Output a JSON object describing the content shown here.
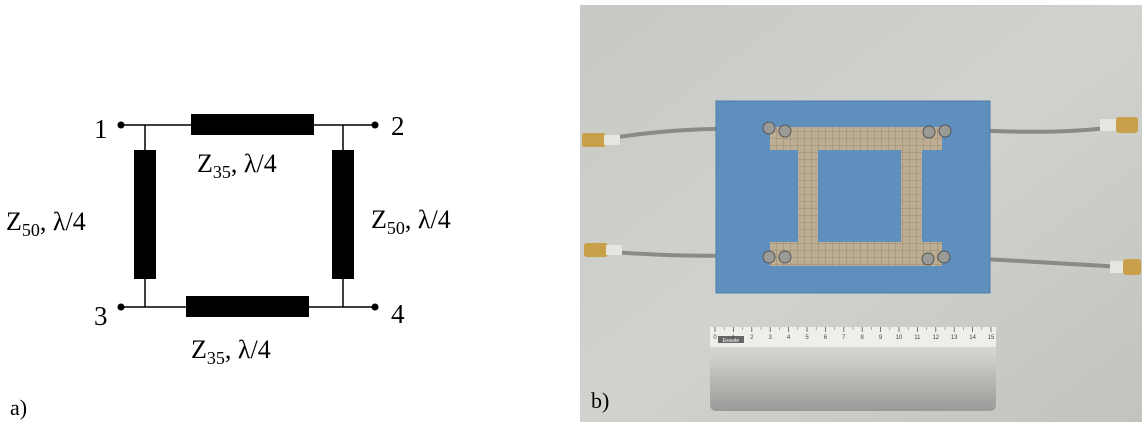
{
  "panels": {
    "a": {
      "label": "a)"
    },
    "b": {
      "label": "b)"
    }
  },
  "circuit": {
    "ports": {
      "p1": "1",
      "p2": "2",
      "p3": "3",
      "p4": "4"
    },
    "top_line": {
      "z": "Z",
      "sub": "35",
      "rest": ", λ/4"
    },
    "bottom_line": {
      "z": "Z",
      "sub": "35",
      "rest": ", λ/4"
    },
    "left_line": {
      "z": "Z",
      "sub": "50",
      "rest": ", λ/4"
    },
    "right_line": {
      "z": "Z",
      "sub": "50",
      "rest": ", λ/4"
    }
  },
  "ruler": {
    "brand": "Esselte",
    "ticks": [
      "0",
      "1",
      "2",
      "3",
      "4",
      "5",
      "6",
      "7",
      "8",
      "9",
      "10",
      "11",
      "12",
      "13",
      "14",
      "15"
    ]
  }
}
